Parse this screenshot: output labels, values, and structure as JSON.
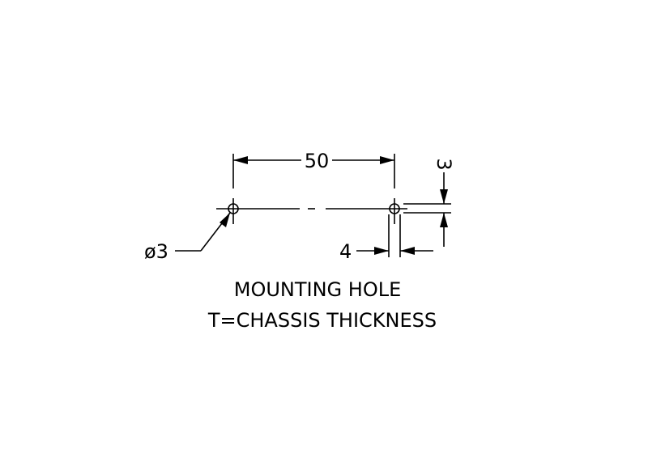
{
  "drawing": {
    "dimension_spacing": "50",
    "dimension_hole_diameter": "ø3",
    "dimension_horizontal": "4",
    "dimension_vertical": "3",
    "caption_line1": "MOUNTING HOLE",
    "caption_line2": "T=CHASSIS THICKNESS"
  },
  "colors": {
    "line": "#000000",
    "background": "#ffffff"
  }
}
